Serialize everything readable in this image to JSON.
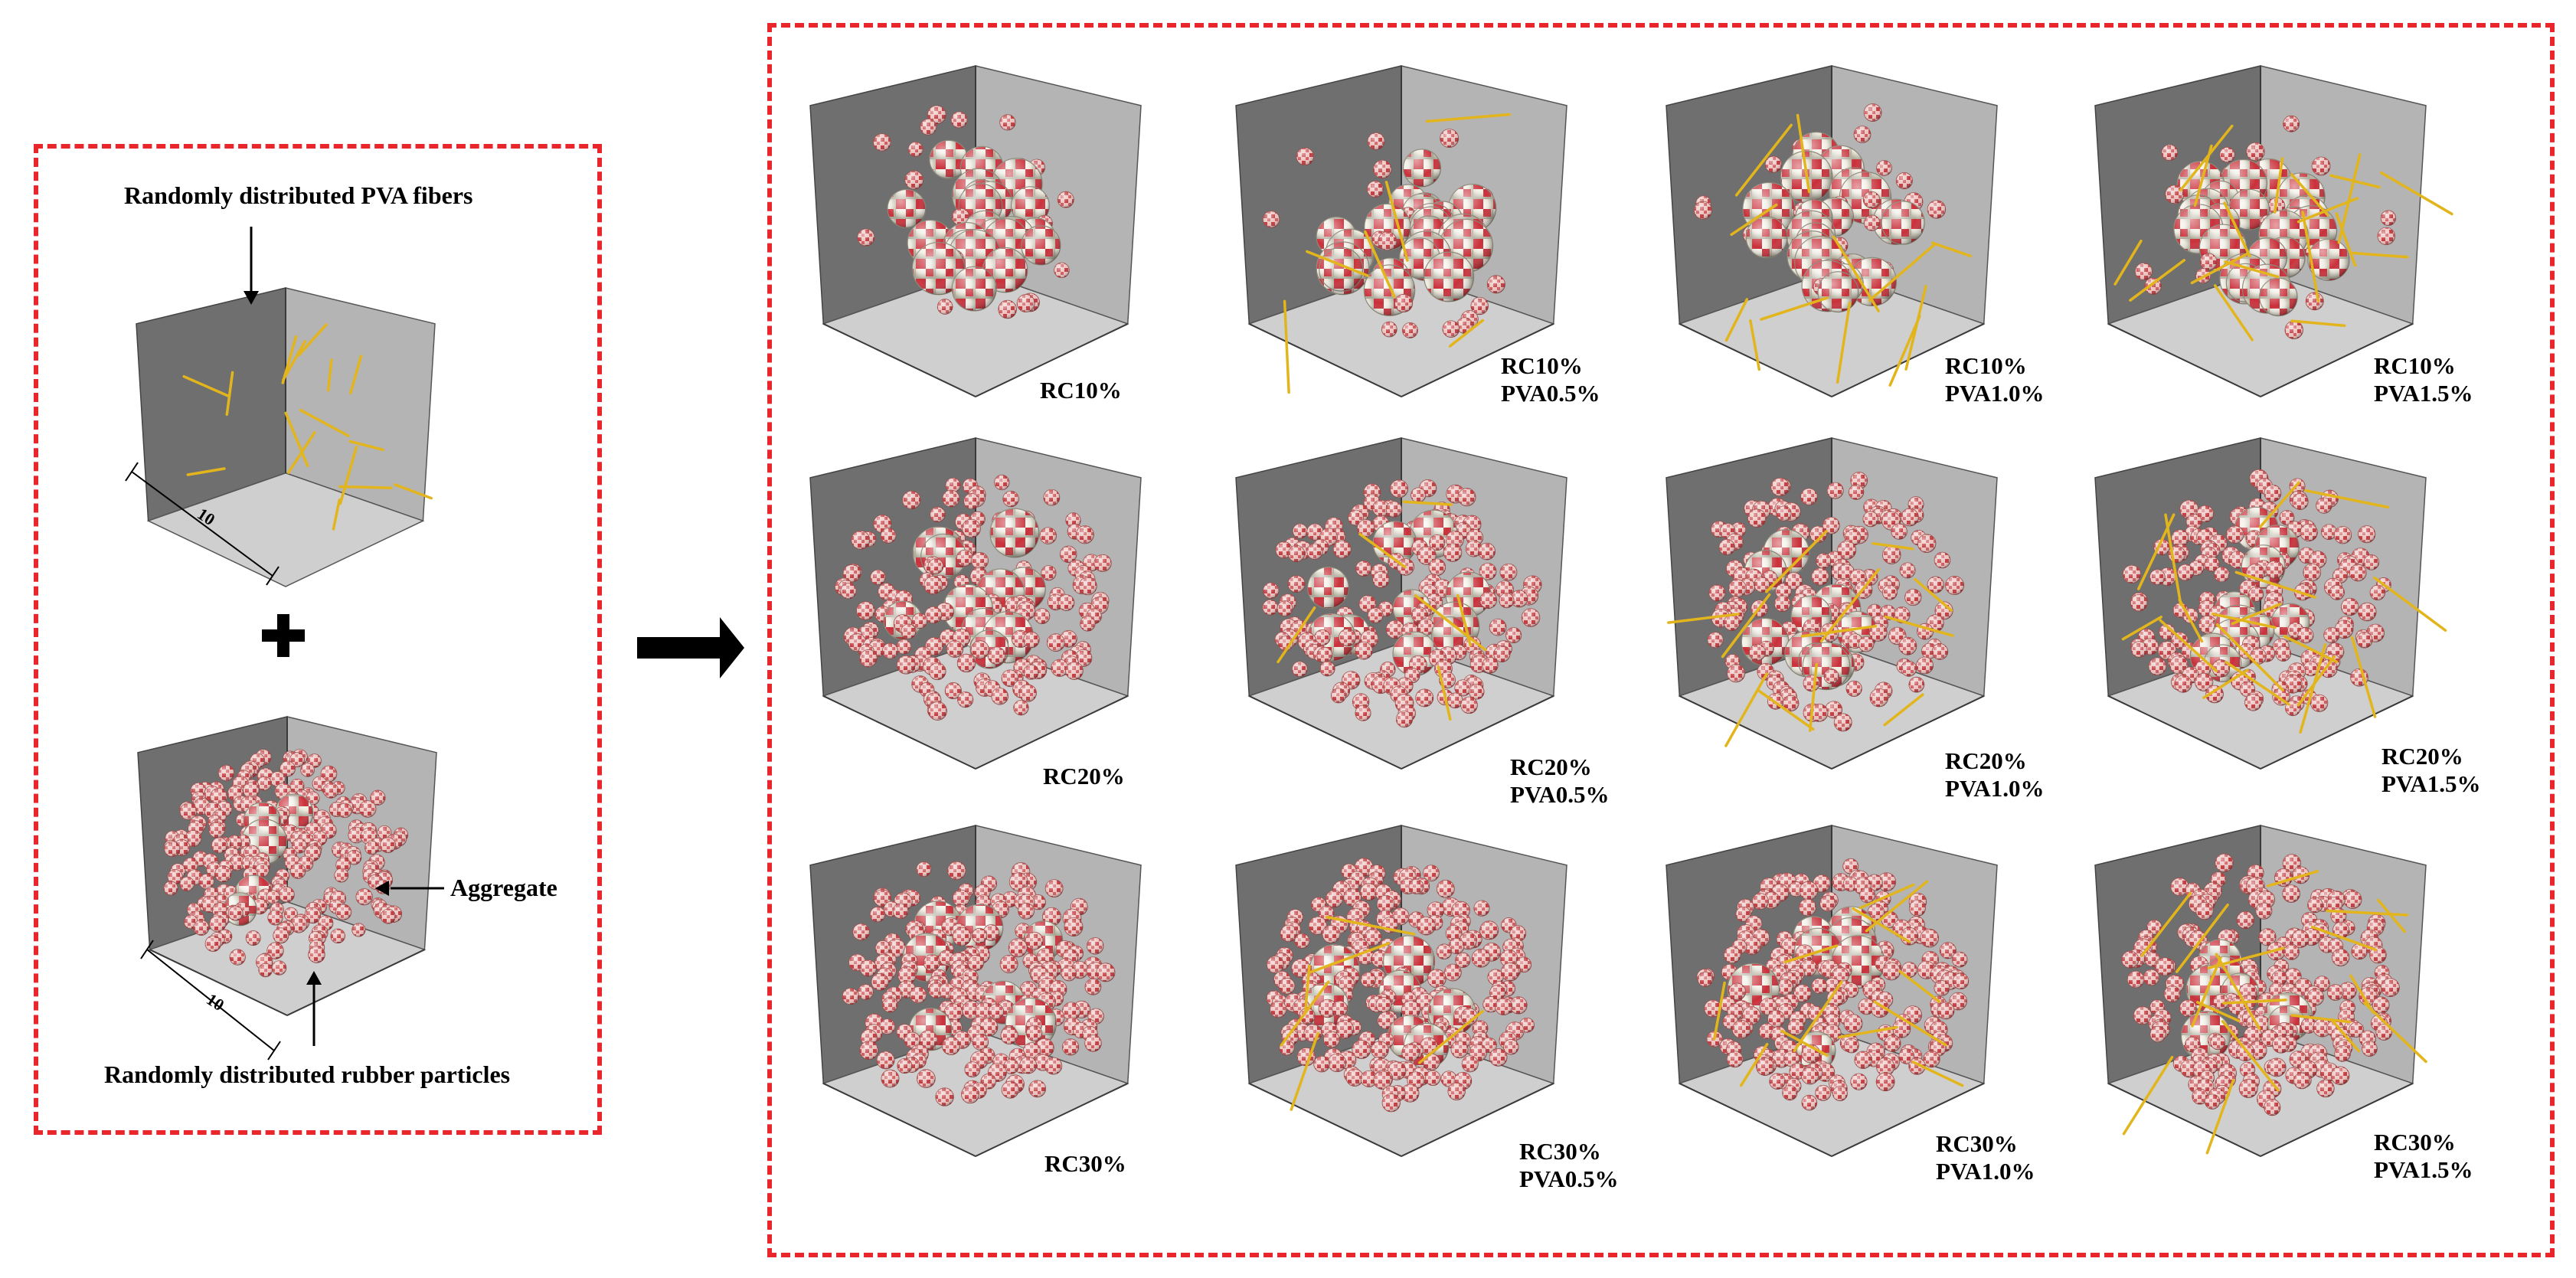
{
  "left_panel": {
    "fiber_label": "Randomly distributed PVA fibers",
    "aggregate_label": "Aggregate",
    "rubber_label": "Randomly distributed rubber particles",
    "dim_top": "10",
    "dim_bottom": "10",
    "plus_icon": "plus-icon"
  },
  "arrow_icon": "right-arrow-icon",
  "grid": [
    {
      "line1": "RC10%",
      "line2": ""
    },
    {
      "line1": "RC10%",
      "line2": "PVA0.5%"
    },
    {
      "line1": "RC10%",
      "line2": "PVA1.0%"
    },
    {
      "line1": "RC10%",
      "line2": "PVA1.5%"
    },
    {
      "line1": "RC20%",
      "line2": ""
    },
    {
      "line1": "RC20%",
      "line2": "PVA0.5%"
    },
    {
      "line1": "RC20%",
      "line2": "PVA1.0%"
    },
    {
      "line1": "RC20%",
      "line2": "PVA1.5%"
    },
    {
      "line1": "RC30%",
      "line2": ""
    },
    {
      "line1": "RC30%",
      "line2": "PVA0.5%"
    },
    {
      "line1": "RC30%",
      "line2": "PVA1.0%"
    },
    {
      "line1": "RC30%",
      "line2": "PVA1.5%"
    }
  ],
  "colors": {
    "dash": "#e8262b",
    "rubber": "#c9303a",
    "sphere": "#f1efe4",
    "fiber": "#e3b51d",
    "face_back": "#6f6f6f",
    "face_side": "#b4b4b4",
    "face_floor": "#cfcfcf"
  }
}
